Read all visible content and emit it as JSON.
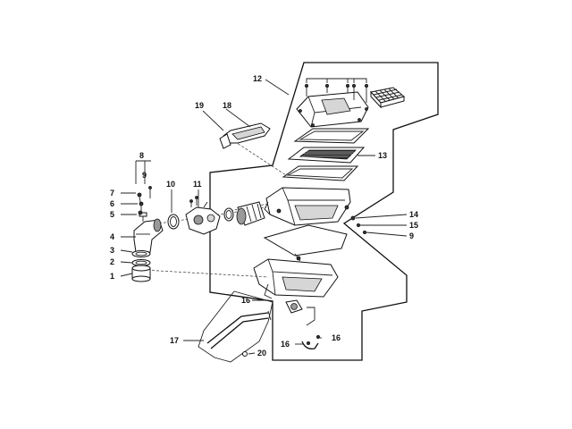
{
  "diagram": {
    "callouts": [
      {
        "id": "c12",
        "text": "12"
      },
      {
        "id": "c13",
        "text": "13"
      },
      {
        "id": "c14",
        "text": "14"
      },
      {
        "id": "c15",
        "text": "15"
      },
      {
        "id": "c9r",
        "text": "9"
      },
      {
        "id": "c19",
        "text": "19"
      },
      {
        "id": "c18",
        "text": "18"
      },
      {
        "id": "c8",
        "text": "8"
      },
      {
        "id": "c9l",
        "text": "9"
      },
      {
        "id": "c7",
        "text": "7"
      },
      {
        "id": "c6",
        "text": "6"
      },
      {
        "id": "c5",
        "text": "5"
      },
      {
        "id": "c4",
        "text": "4"
      },
      {
        "id": "c3",
        "text": "3"
      },
      {
        "id": "c2",
        "text": "2"
      },
      {
        "id": "c1",
        "text": "1"
      },
      {
        "id": "c10",
        "text": "10"
      },
      {
        "id": "c11",
        "text": "11"
      },
      {
        "id": "c16a",
        "text": "16"
      },
      {
        "id": "c16b",
        "text": "16"
      },
      {
        "id": "c16c",
        "text": "16"
      },
      {
        "id": "c17",
        "text": "17"
      },
      {
        "id": "c20",
        "text": "20"
      }
    ]
  }
}
